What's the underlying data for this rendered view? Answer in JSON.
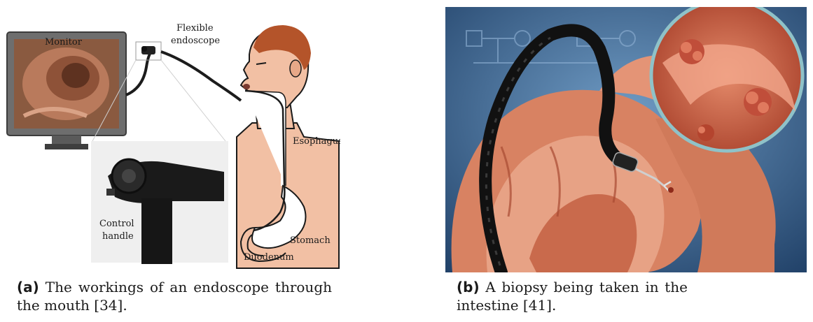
{
  "panel_a": {
    "labels": {
      "monitor": "Monitor",
      "endoscope_line1": "Flexible",
      "endoscope_line2": "endoscope",
      "esophagus": "Esophagus",
      "stomach": "Stomach",
      "duodenum": "Duodenum",
      "control_line1": "Control",
      "control_line2": "handle"
    },
    "caption_label": "(a)",
    "caption_text": "The workings of an endoscope through the mouth [34]."
  },
  "panel_b": {
    "caption_label": "(b)",
    "caption_text": "A biopsy being taken in the intestine [41]."
  },
  "colors": {
    "skin": "#f2c0a4",
    "hair": "#b4542a",
    "tube": "#1c1c1c",
    "intestine": "#d88262",
    "tissue_dark": "#7a2a1c",
    "background_blue": "#3f6f9c"
  }
}
